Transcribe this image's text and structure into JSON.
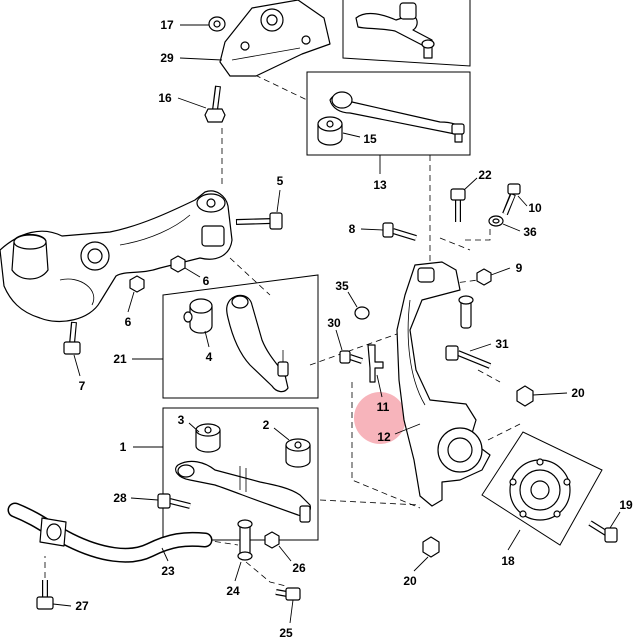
{
  "colors": {
    "highlight": "#f6a7af",
    "line": "#000000"
  },
  "callouts": [
    "17",
    "29",
    "16",
    "5",
    "15",
    "13",
    "22",
    "10",
    "8",
    "36",
    "9",
    "6",
    "35",
    "6",
    "30",
    "31",
    "21",
    "4",
    "7",
    "20",
    "11",
    "12",
    "3",
    "2",
    "1",
    "28",
    "19",
    "18",
    "23",
    "26",
    "24",
    "27",
    "20",
    "25"
  ]
}
